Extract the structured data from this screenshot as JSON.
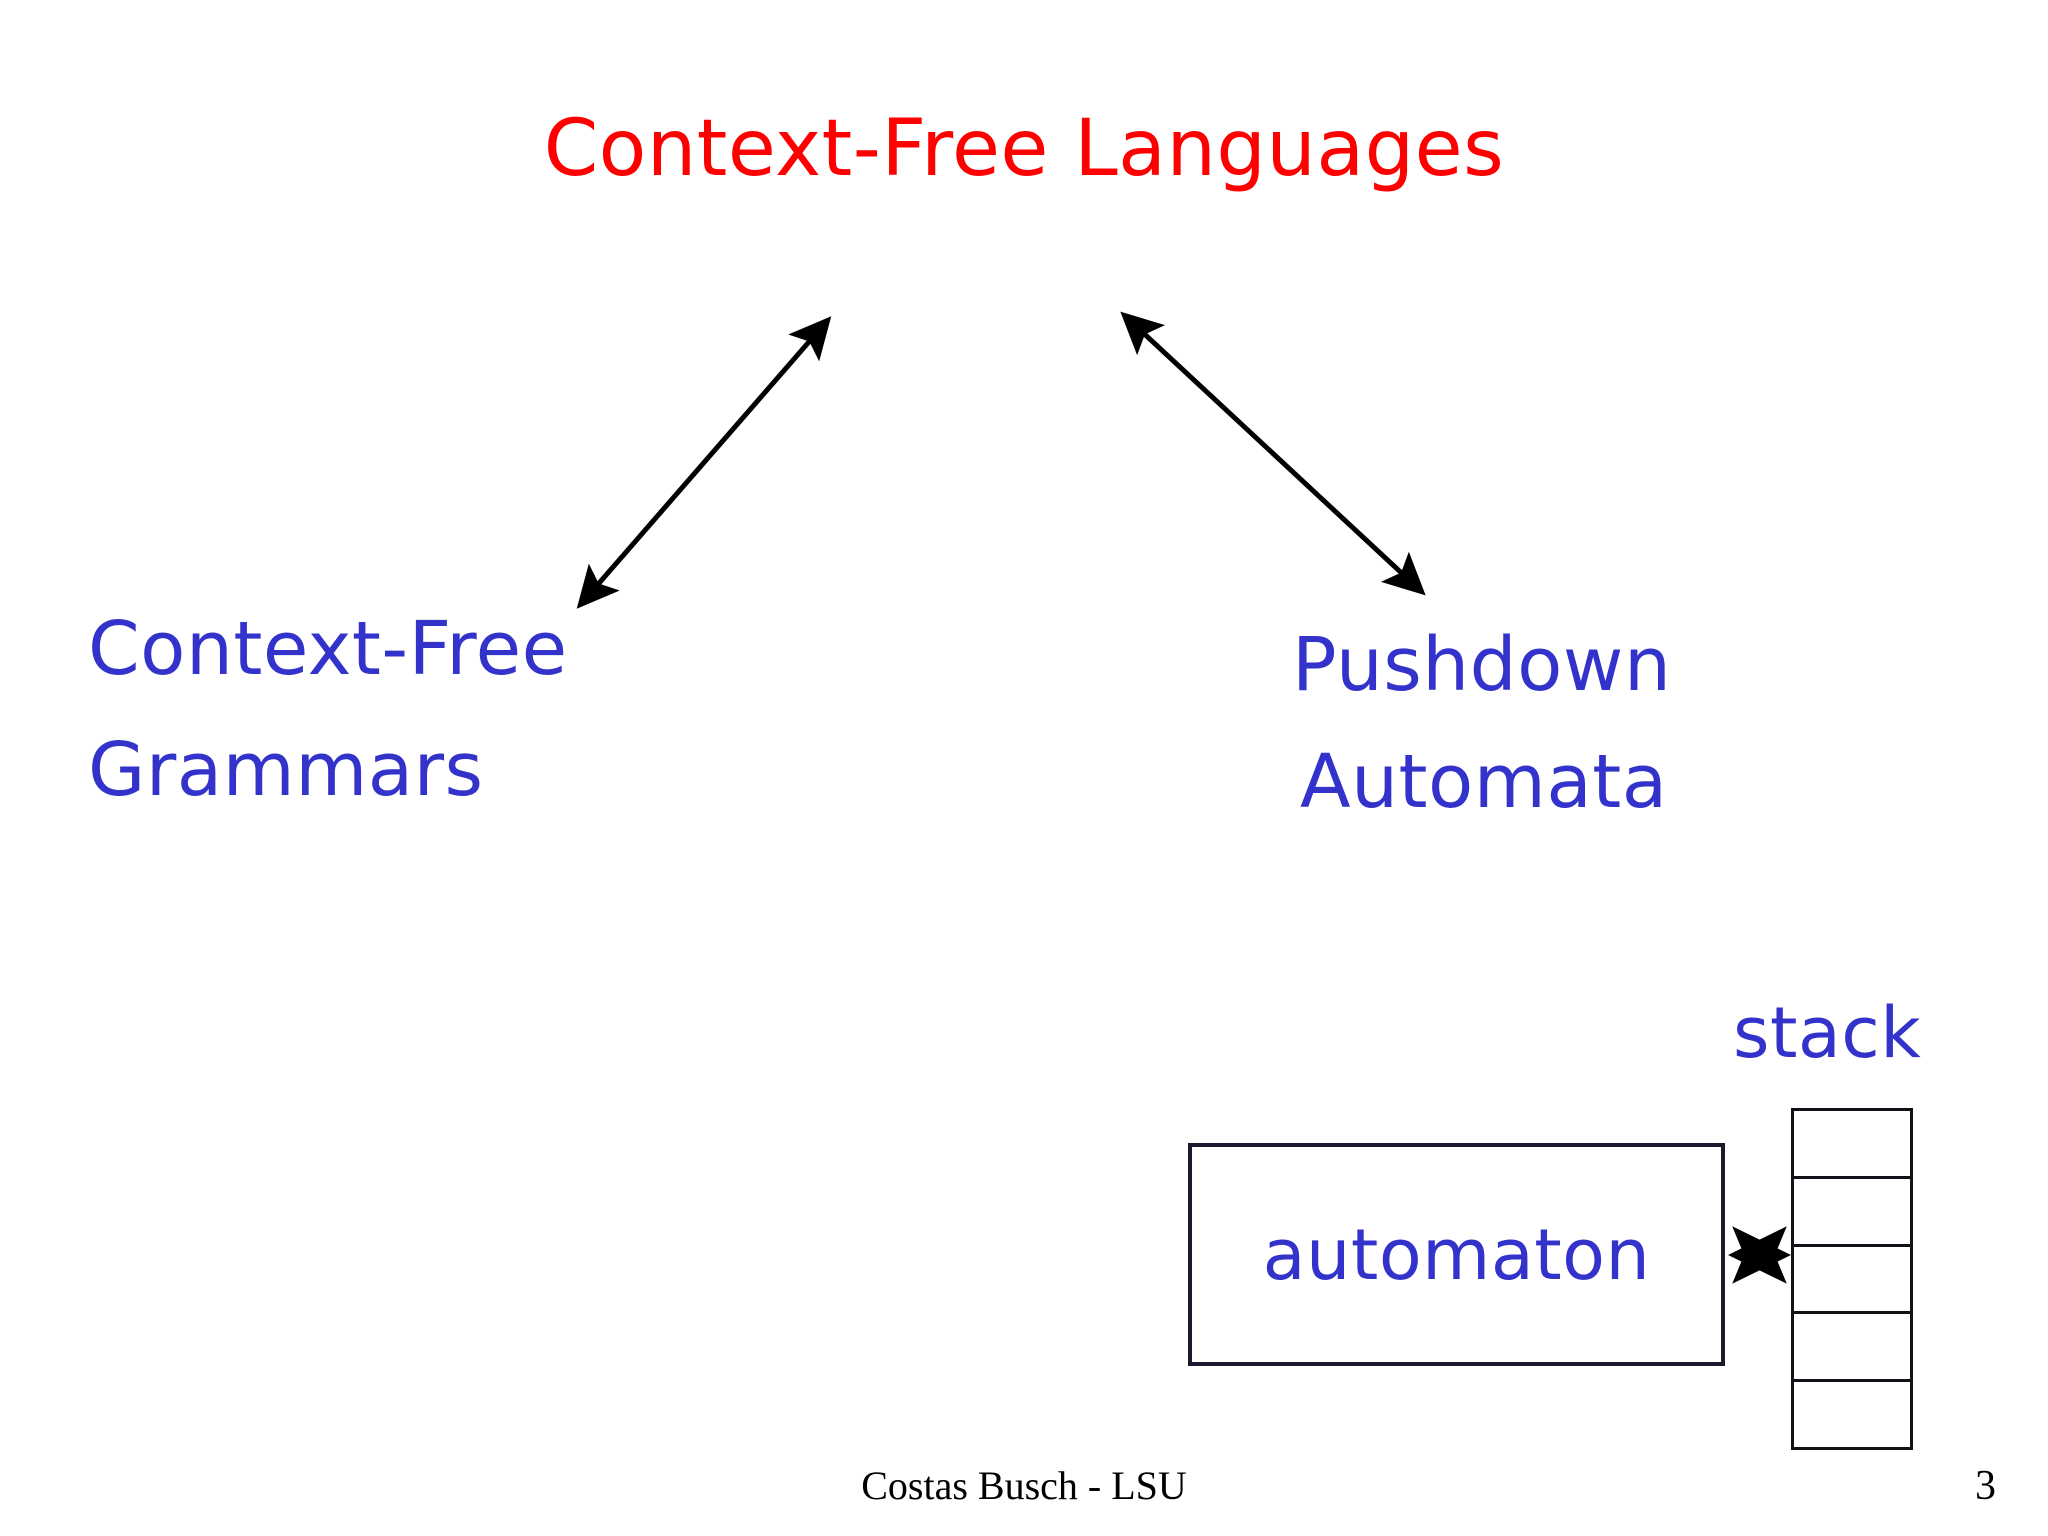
{
  "slide": {
    "title": "Context-Free Languages",
    "title_color": "#FF0000",
    "accent_color": "#3333CC",
    "background_color": "#FFFFFF",
    "stroke_color": "#000000"
  },
  "concepts": {
    "left": {
      "line1": "Context-Free",
      "line2": "Grammars"
    },
    "right": {
      "line1": "Pushdown",
      "line2": "Automata"
    }
  },
  "machine_diagram": {
    "automaton_label": "automaton",
    "stack_label": "stack",
    "stack_cell_count": 5,
    "connector": "double-headed-arrow"
  },
  "arrows": {
    "left_arrow_name": "double-arrow-title-to-grammars",
    "right_arrow_name": "double-arrow-title-to-automata"
  },
  "footer": {
    "author": "Costas Busch - LSU",
    "page_number": "3"
  }
}
